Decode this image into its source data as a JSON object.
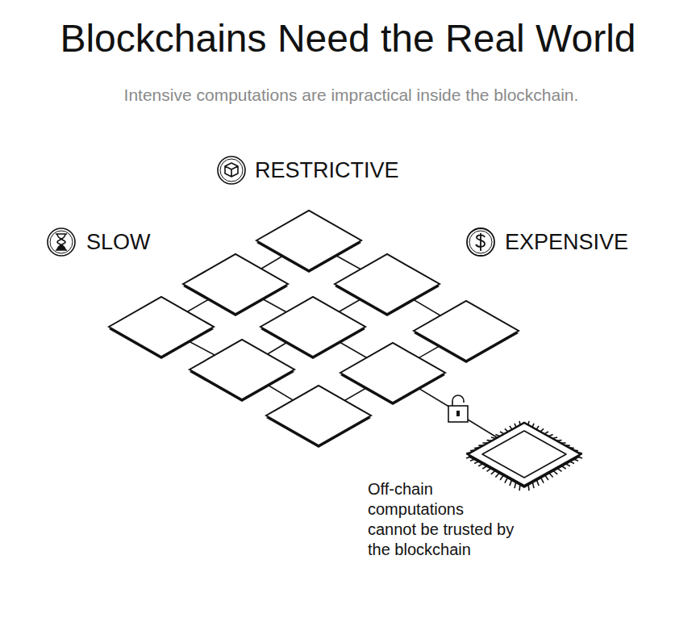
{
  "diagram": {
    "title": "Blockchains Need the Real World",
    "labels": [
      "Intensive computations are impractical inside the blockchain.",
      "RESTRICTIVE",
      "SLOW",
      "EXPENSIVE",
      "Off-chain computations cannot be trusted by the blockchain"
    ]
  }
}
